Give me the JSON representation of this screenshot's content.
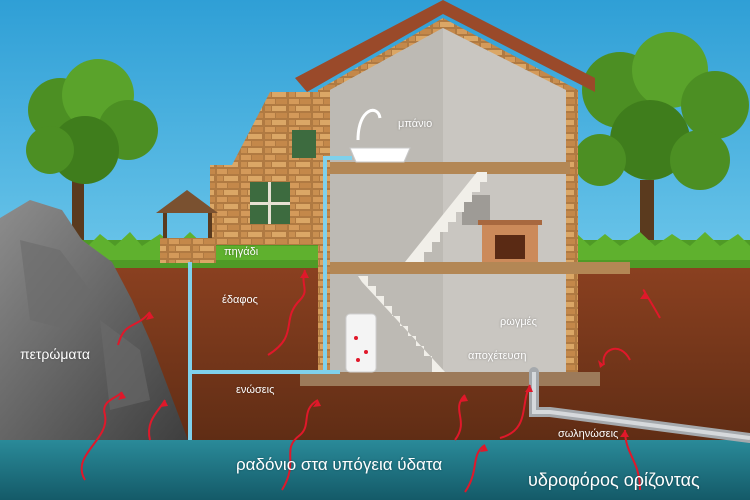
{
  "labels": {
    "bath": "μπάνιο",
    "well": "πηγάδι",
    "soil": "έδαφος",
    "rocks": "πετρώματα",
    "cracks": "ρωγμές",
    "drain": "αποχέτευση",
    "joints": "ενώσεις",
    "pipes": "σωληνώσεις",
    "radon_groundwater": "ραδόνιο στα υπόγεια ύδατα",
    "aquifer": "υδροφόρος ορίζοντας"
  },
  "colors": {
    "sky": "#3aaee0",
    "soil": "#7a3a1c",
    "groundwater": "#1f6f80",
    "grass": "#4f9a26",
    "arrow": "#e0182a",
    "pipe": "#7fd1ec",
    "stone": "#c08a4c"
  }
}
